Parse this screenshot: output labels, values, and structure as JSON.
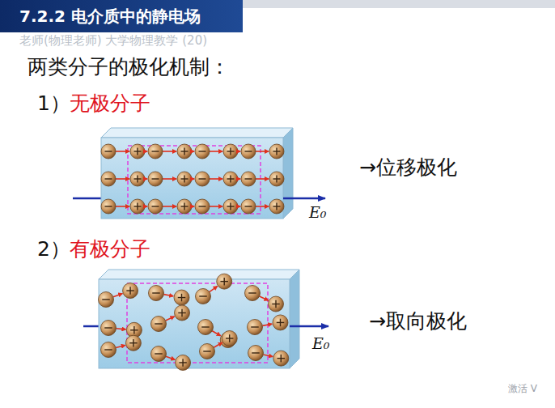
{
  "diagram": {
    "title": "7.2.2 电介质中的静电场",
    "labels": [
      "老师(物理老师) 大学物理教学 (20)",
      "两类分子的极化机制：",
      "1）",
      "无极分子",
      "→位移极化",
      "E₀",
      "2）",
      "有极分子",
      "→取向极化",
      "E₀",
      "激活 V"
    ]
  }
}
